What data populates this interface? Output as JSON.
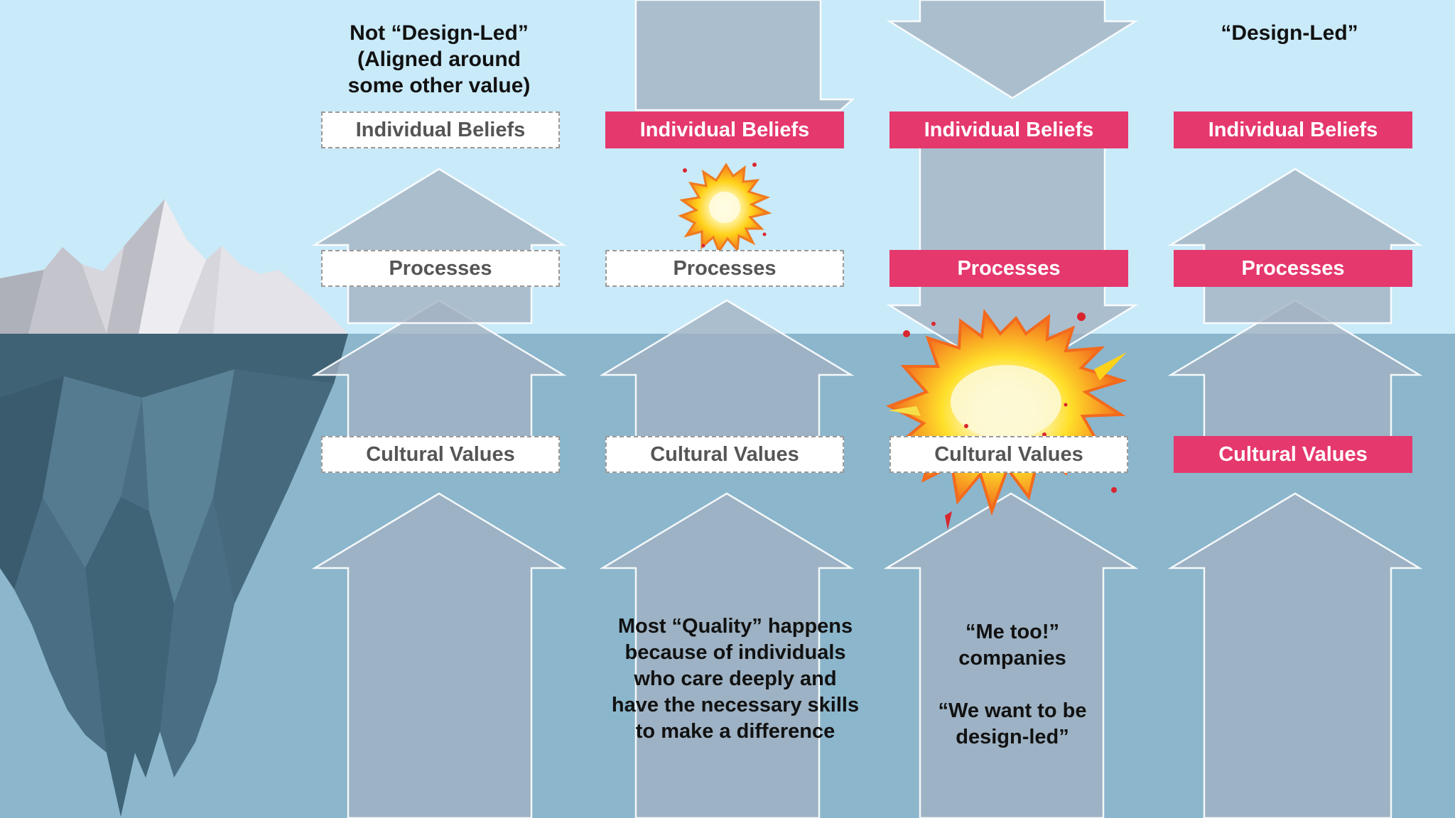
{
  "colors": {
    "sky": "#c9eaf9",
    "water": "#8bb6cc",
    "arrow_fill": "#a3b1c1",
    "highlight": "#e5386d",
    "plain_box_border": "#9a9a9a"
  },
  "columns": [
    {
      "id": "not-design-led",
      "heading_lines": [
        "Not “Design-Led”",
        "(Aligned around",
        "some other value)"
      ],
      "boxes": [
        {
          "label": "Individual Beliefs",
          "highlighted": false
        },
        {
          "label": "Processes",
          "highlighted": false
        },
        {
          "label": "Cultural Values",
          "highlighted": false
        }
      ],
      "arrow_direction": "up",
      "explosions": [],
      "note_lines": []
    },
    {
      "id": "quality-by-individuals",
      "heading_lines": [],
      "boxes": [
        {
          "label": "Individual Beliefs",
          "highlighted": true
        },
        {
          "label": "Processes",
          "highlighted": false
        },
        {
          "label": "Cultural Values",
          "highlighted": false
        }
      ],
      "arrow_direction": "mixed",
      "explosions": [
        "small"
      ],
      "note_lines": [
        "Most “Quality” happens",
        "because of individuals",
        "who care deeply and",
        "have the necessary skills",
        "to make a difference"
      ]
    },
    {
      "id": "me-too",
      "heading_lines": [],
      "boxes": [
        {
          "label": "Individual Beliefs",
          "highlighted": true
        },
        {
          "label": "Processes",
          "highlighted": true
        },
        {
          "label": "Cultural Values",
          "highlighted": false
        }
      ],
      "arrow_direction": "mixed",
      "explosions": [
        "large"
      ],
      "note_lines": [
        "“Me too!”",
        "companies",
        "",
        "“We want to be",
        "design-led”"
      ]
    },
    {
      "id": "design-led",
      "heading_lines": [
        "“Design-Led”"
      ],
      "boxes": [
        {
          "label": "Individual Beliefs",
          "highlighted": true
        },
        {
          "label": "Processes",
          "highlighted": true
        },
        {
          "label": "Cultural Values",
          "highlighted": true
        }
      ],
      "arrow_direction": "up",
      "explosions": [],
      "note_lines": []
    }
  ]
}
